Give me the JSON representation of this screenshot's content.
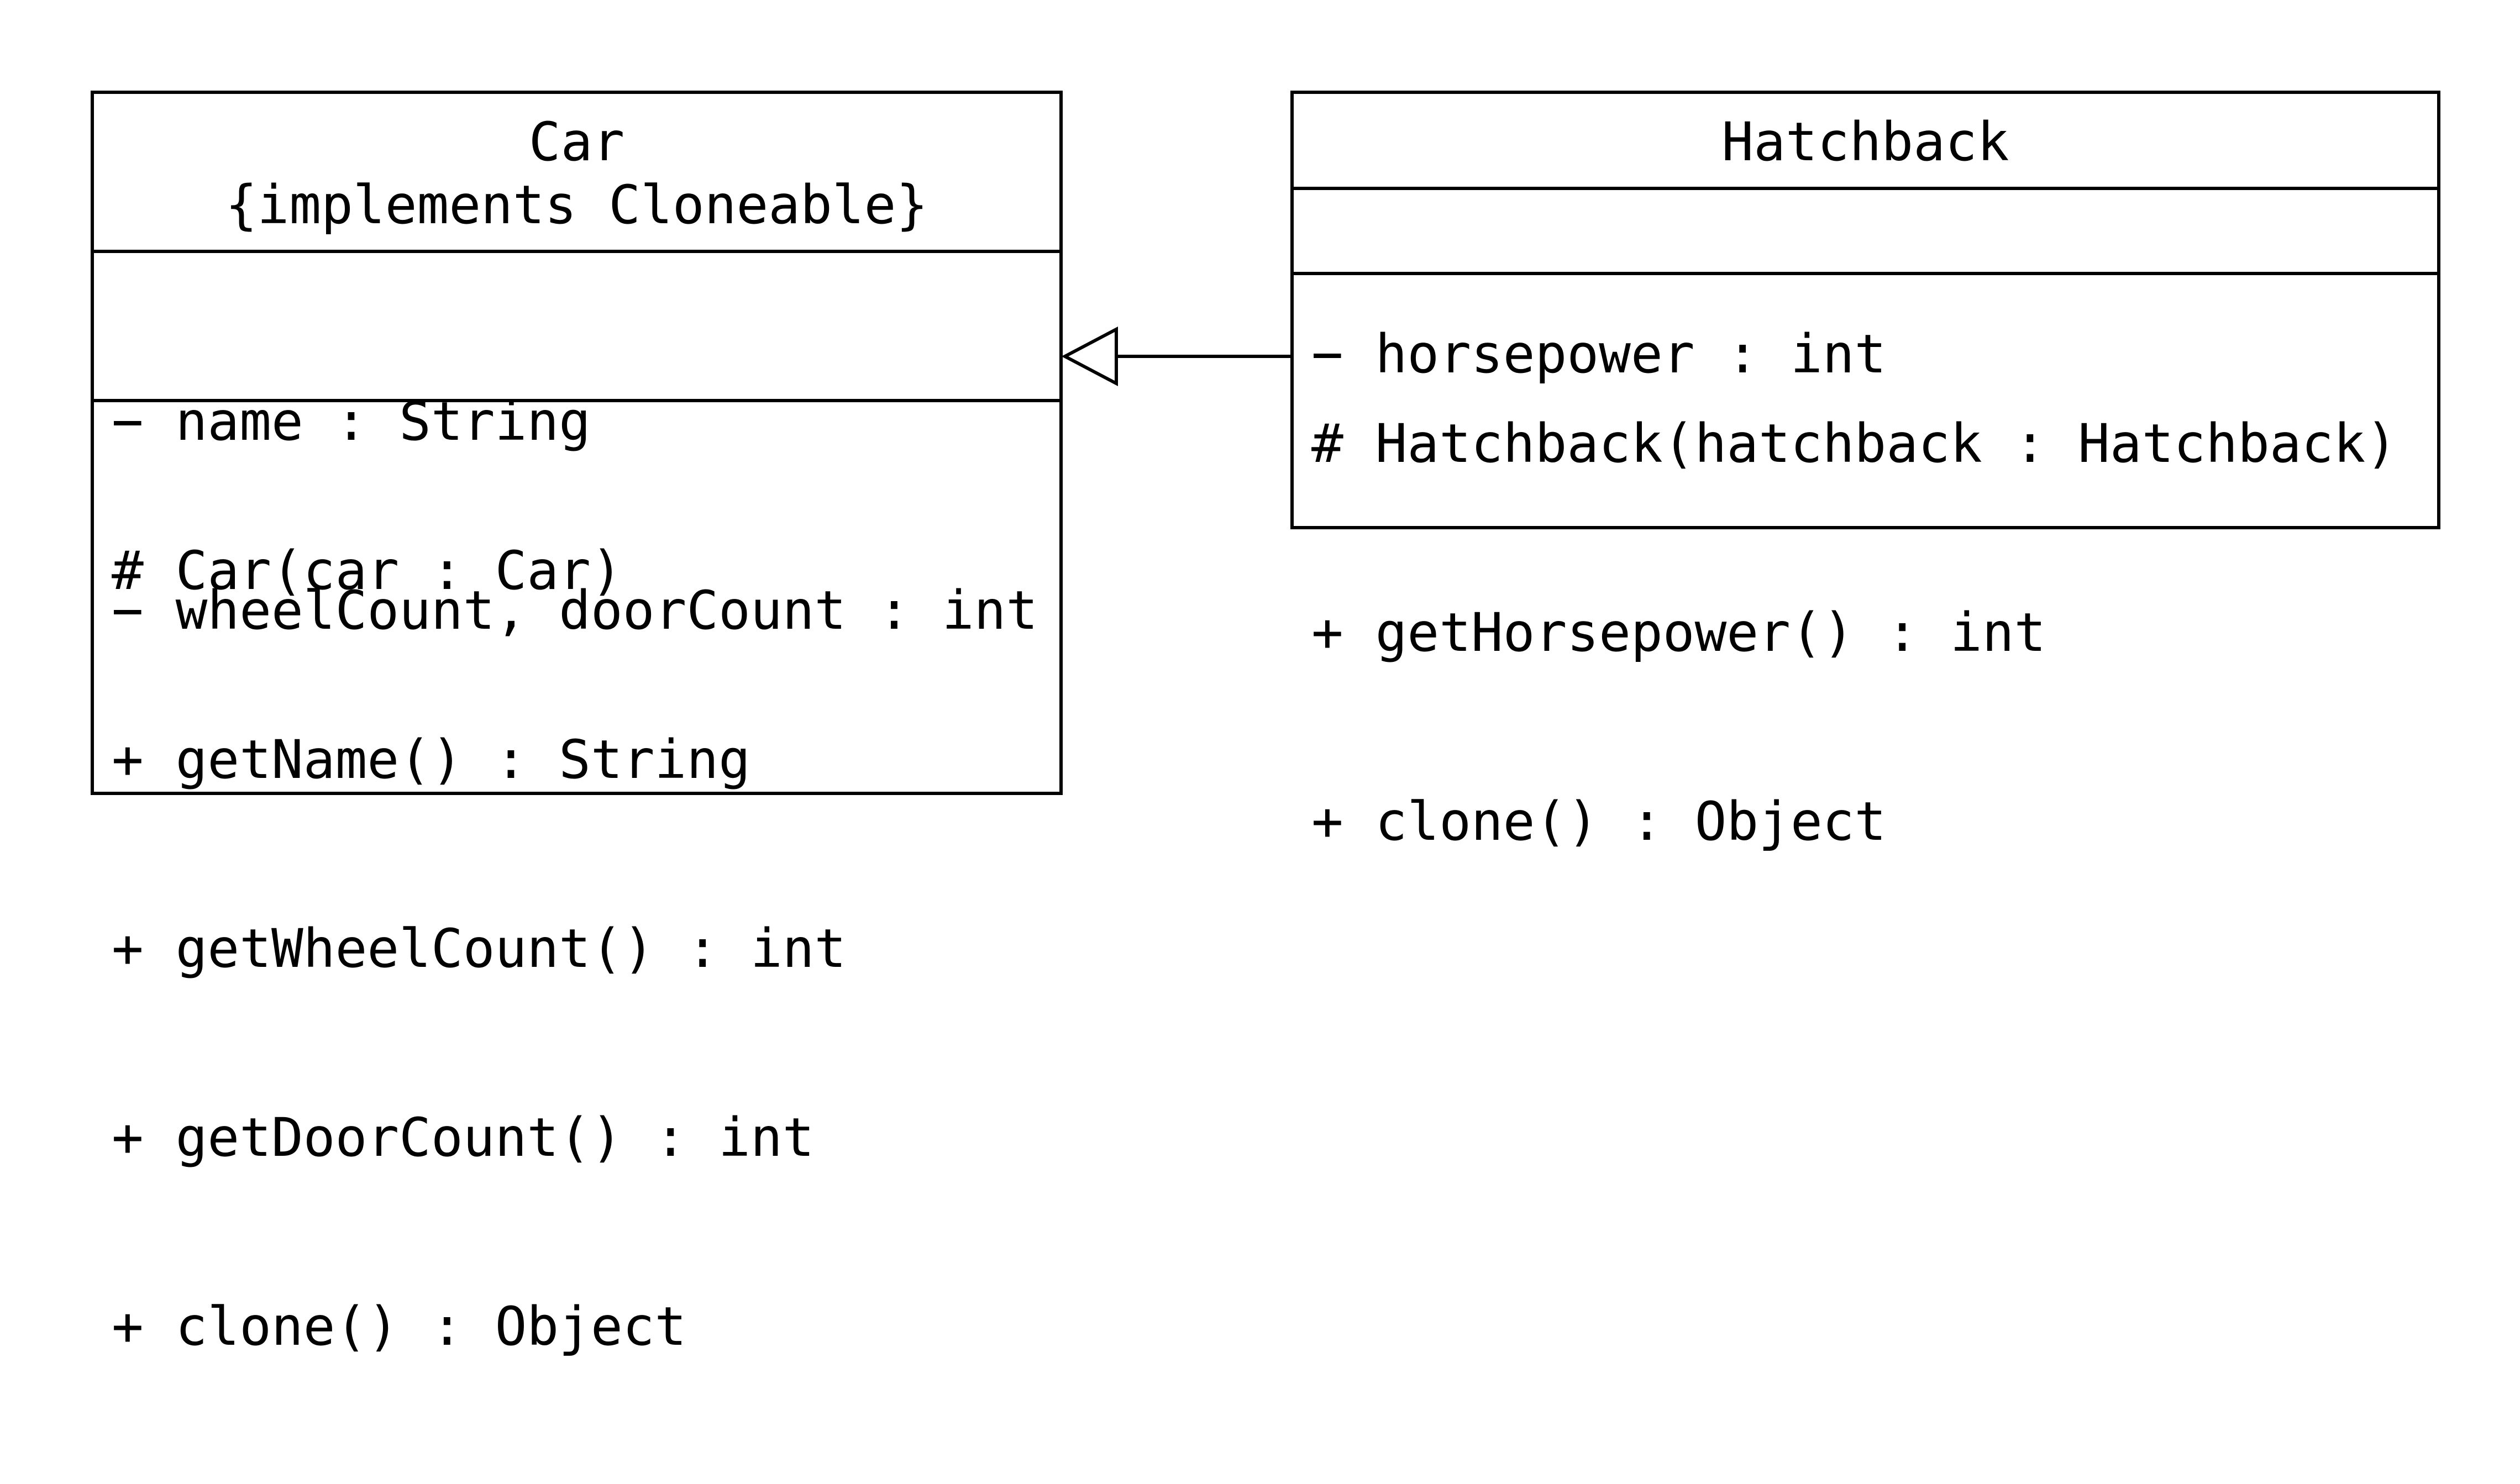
{
  "classes": {
    "car": {
      "name": "Car",
      "stereotype": "{implements Cloneable}",
      "attributes": [
        "− name : String",
        "− wheelCount, doorCount : int"
      ],
      "operations": [
        "# Car(car : Car)",
        "+ getName() : String",
        "+ getWheelCount() : int",
        "+ getDoorCount() : int",
        "+ clone() : Object"
      ]
    },
    "hatchback": {
      "name": "Hatchback",
      "attributes": [
        "− horsepower : int"
      ],
      "operations": [
        "# Hatchback(hatchback : Hatchback)",
        "+ getHorsepower() : int",
        "+ clone() : Object"
      ]
    }
  },
  "relationships": [
    {
      "type": "generalization",
      "from": "Hatchback",
      "to": "Car"
    }
  ]
}
